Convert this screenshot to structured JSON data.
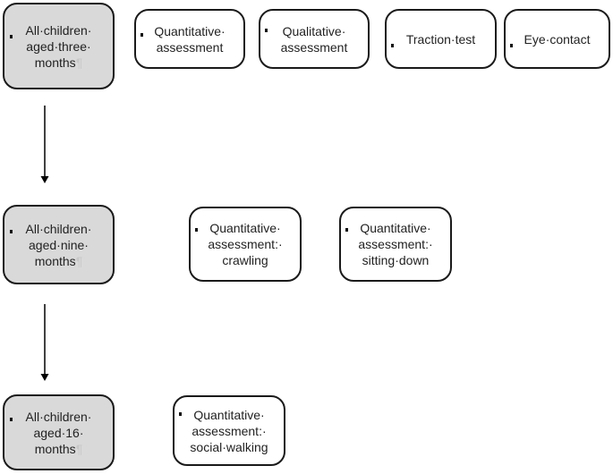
{
  "stages": [
    {
      "label": "All·children·\naged·three·\nmonths",
      "pilcrow": "¶",
      "assessments": [
        "Quantitative·\nassessment",
        "Qualitative·\nassessment",
        "Traction·test",
        "Eye·contact"
      ]
    },
    {
      "label": "All·children·\naged·nine·\nmonths",
      "pilcrow": "¶",
      "assessments": [
        "Quantitative·\nassessment:·\ncrawling",
        "Quantitative·\nassessment:·\nsitting·down"
      ]
    },
    {
      "label": "All·children·\naged·16·\nmonths",
      "pilcrow": "¶",
      "assessments": [
        "Quantitative·\nassessment:·\nsocial·walking"
      ]
    }
  ],
  "colors": {
    "stage_fill": "#d9d9d9",
    "box_border": "#1a1a1a",
    "arrow": "#000000"
  }
}
